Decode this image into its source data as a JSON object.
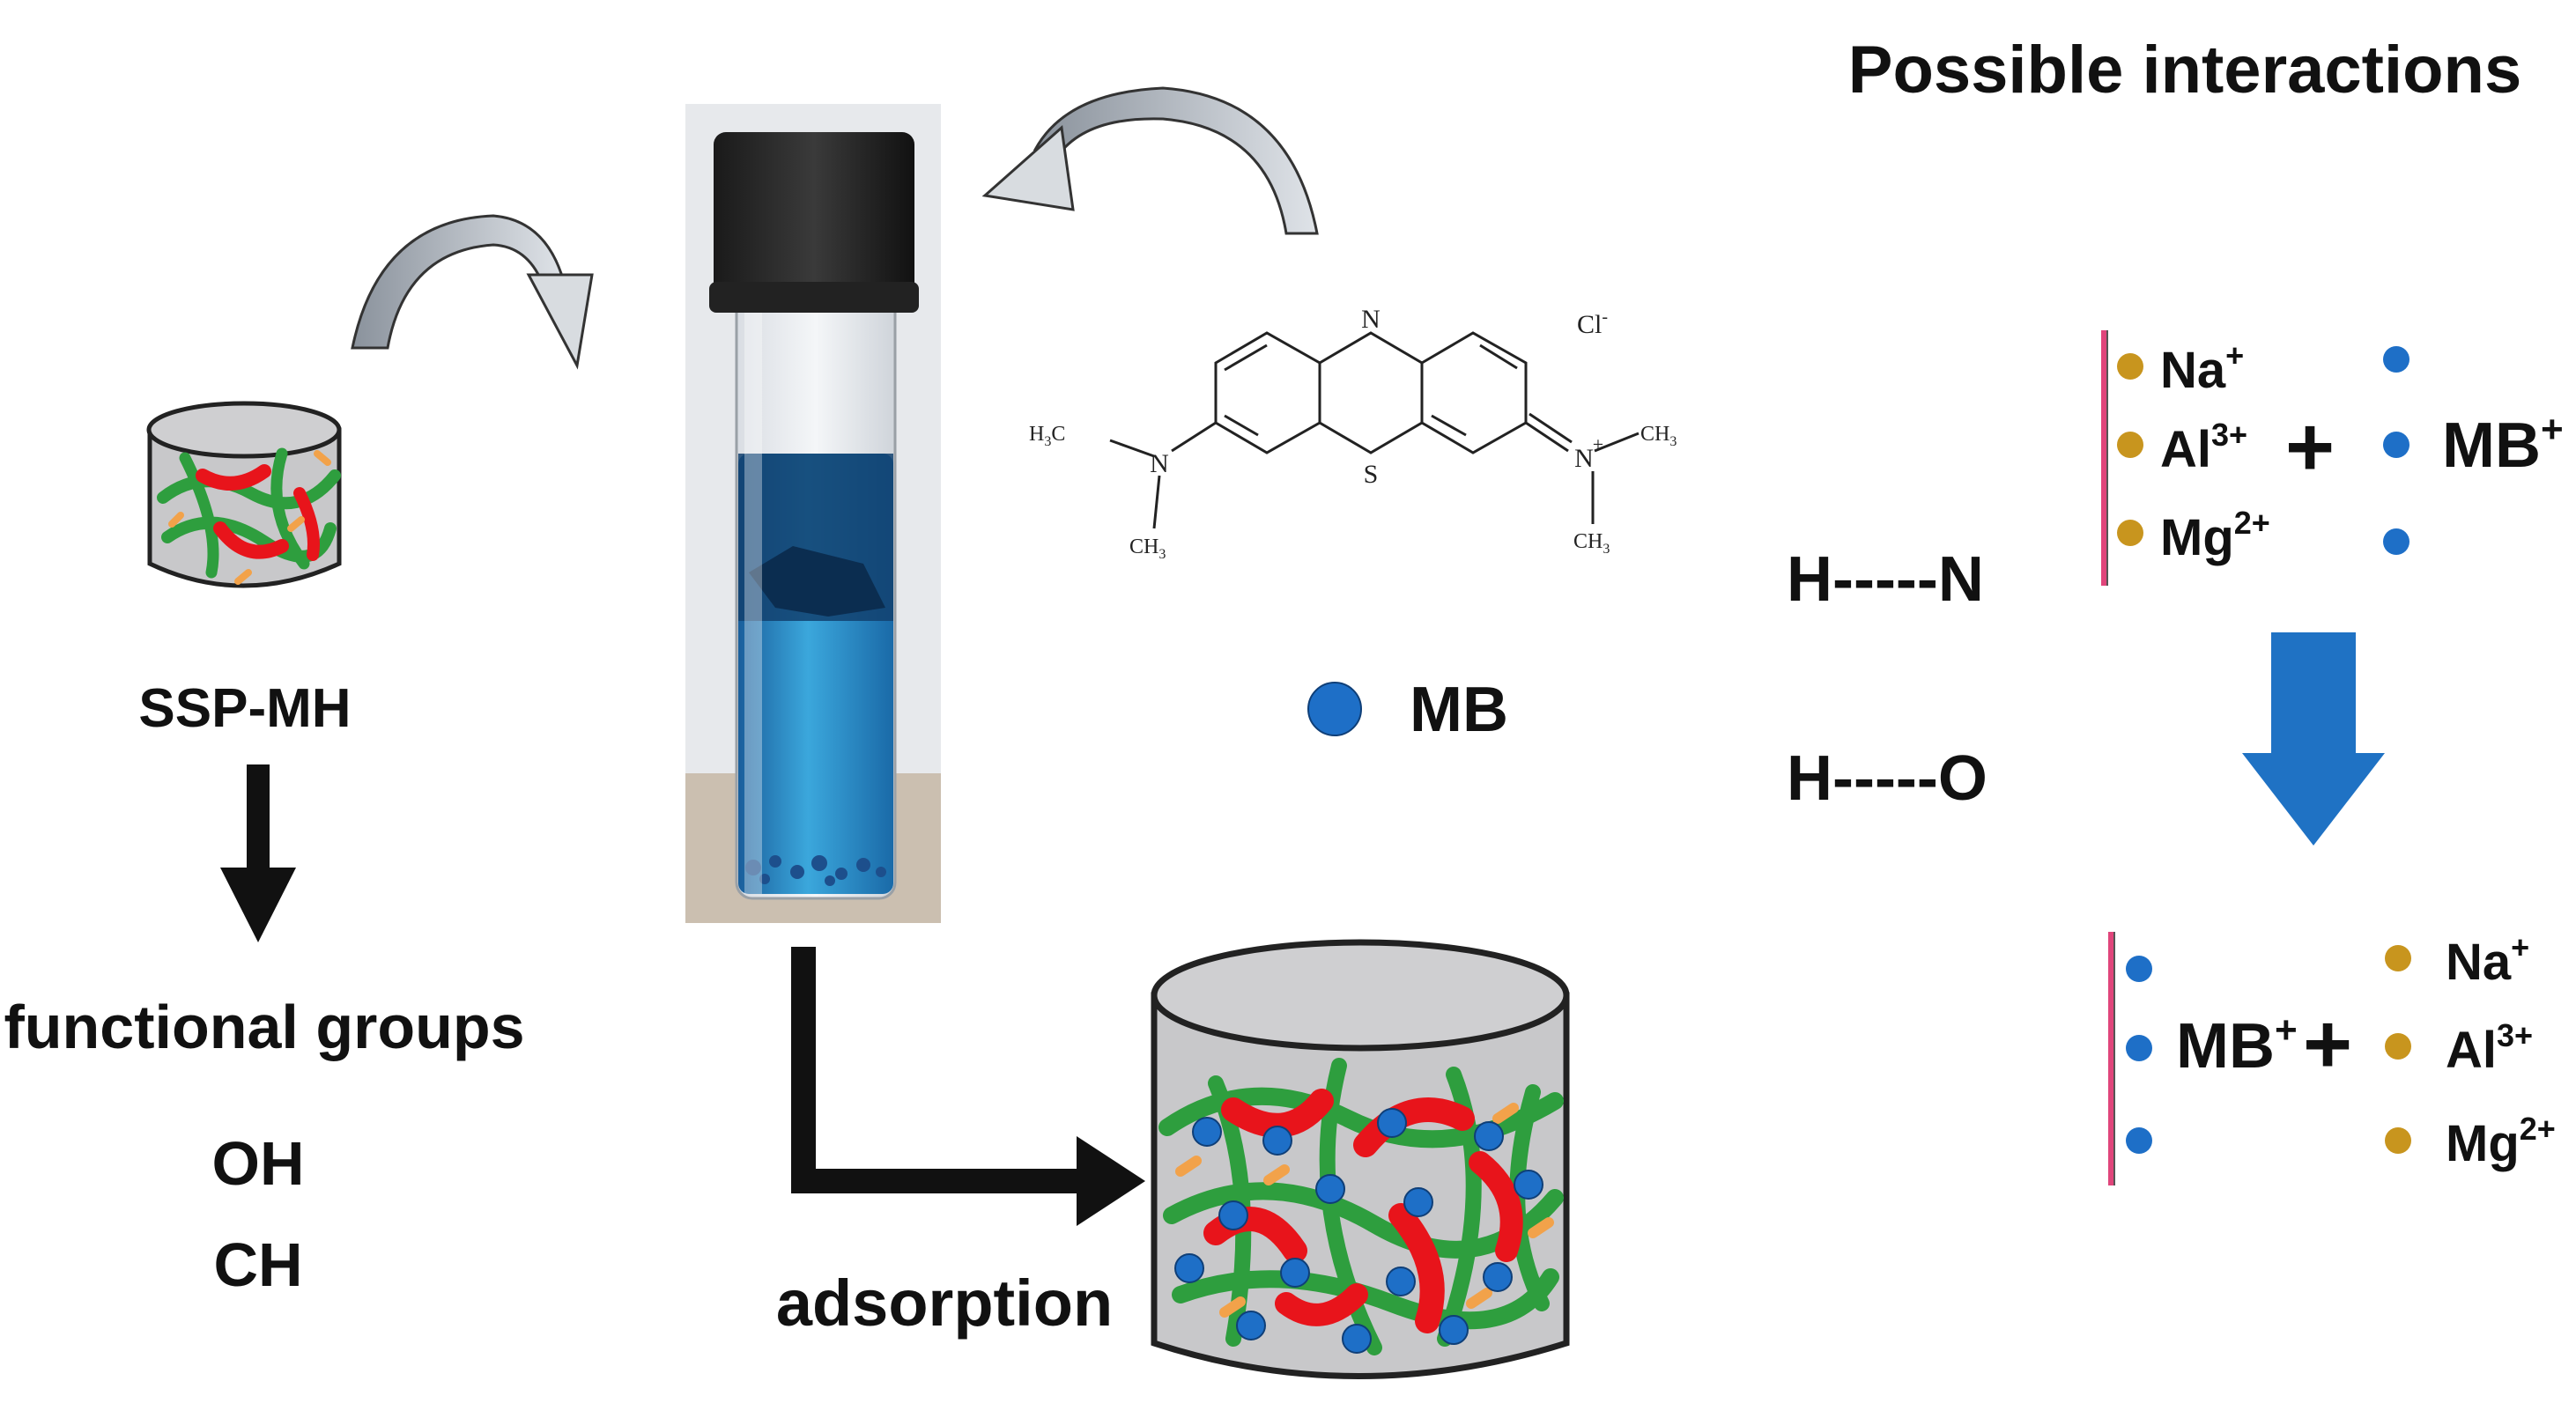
{
  "left": {
    "material_label": "SSP-MH",
    "functional_groups_label": "functional groups",
    "groups": [
      "OH",
      "CH"
    ]
  },
  "center": {
    "adsorption_label": "adsorption"
  },
  "molecule": {
    "counter_ion": "Cl",
    "counter_ion_sup": "-",
    "atom_N_top": "N",
    "atom_S": "S",
    "atom_N_left": "N",
    "atom_N_right": "N",
    "n_plus": "+",
    "h3c": "H",
    "h3c_sub": "3",
    "h3c_c": "C",
    "ch3_c": "CH",
    "ch3_sub": "3",
    "legend_label": "MB"
  },
  "interactions": {
    "title": "Possible interactions",
    "hbonds": [
      "H-----N",
      "H-----O"
    ],
    "before": {
      "ions": [
        {
          "base": "Na",
          "sup": "+"
        },
        {
          "base": "Al",
          "sup": "3+"
        },
        {
          "base": "Mg",
          "sup": "2+"
        }
      ],
      "plus": "+",
      "mb_base": "MB",
      "mb_sup": "+"
    },
    "after": {
      "mb_base": "MB",
      "mb_sup": "+",
      "plus": "+",
      "ions": [
        {
          "base": "Na",
          "sup": "+"
        },
        {
          "base": "Al",
          "sup": "3+"
        },
        {
          "base": "Mg",
          "sup": "2+"
        }
      ]
    }
  },
  "colors": {
    "mb_blue": "#1e6fc7",
    "cation_gold": "#c8951e",
    "fiber_green": "#2e9e3e",
    "fiber_red": "#e8141b",
    "fiber_orange": "#f2a24a",
    "surface_pink": "#e0457b",
    "arrow_blue": "#1f72c4",
    "solution_blue": "#1f86c8"
  }
}
